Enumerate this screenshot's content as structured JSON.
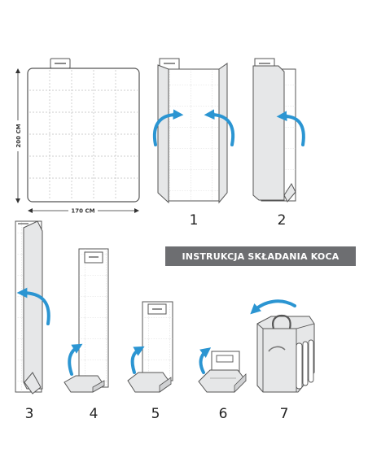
{
  "banner": {
    "title": "INSTRUKCJA SKŁADANIA KOCA"
  },
  "dimensions": {
    "height_label": "200 CM",
    "width_label": "170 CM"
  },
  "steps": [
    "1",
    "2",
    "3",
    "4",
    "5",
    "6",
    "7"
  ],
  "colors": {
    "arrow": "#2b95d2",
    "outline": "#555555",
    "fold_fill": "#e6e7e8",
    "banner_bg": "#6d6e71",
    "banner_text": "#ffffff"
  }
}
